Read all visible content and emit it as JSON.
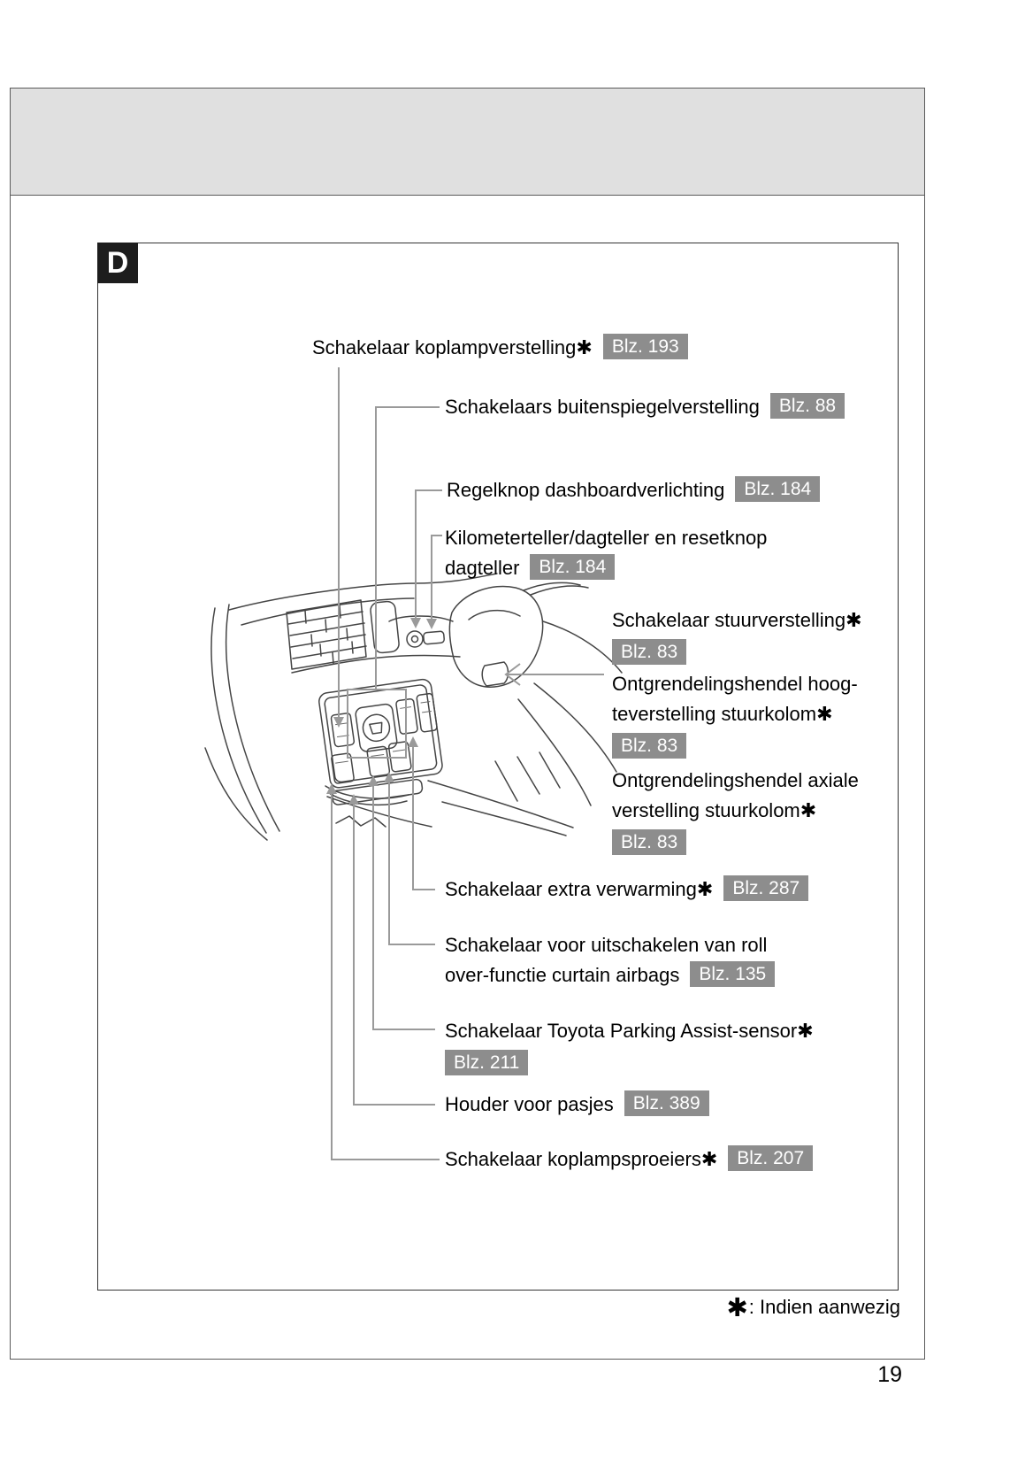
{
  "section_label": "D",
  "callouts": [
    {
      "line1": "Schakelaar koplampverstelling✱",
      "badge": "Blz. 193"
    },
    {
      "line1": "Schakelaars buitenspiegelverstelling",
      "badge": "Blz. 88"
    },
    {
      "line1": "Regelknop dashboardverlichting",
      "badge": "Blz. 184"
    },
    {
      "line1": "Kilometerteller/dagteller en resetknop",
      "line2": "dagteller",
      "badge": "Blz. 184"
    },
    {
      "line1": "Schakelaar stuurverstelling✱",
      "badge": "Blz. 83"
    },
    {
      "line1": "Ontgrendelingshendel hoog-",
      "line2": "teverstelling stuurkolom✱",
      "badge": "Blz. 83"
    },
    {
      "line1": "Ontgrendelingshendel axiale",
      "line2": "verstelling stuurkolom✱",
      "badge": "Blz. 83"
    },
    {
      "line1": "Schakelaar extra verwarming✱",
      "badge": "Blz. 287"
    },
    {
      "line1": "Schakelaar voor uitschakelen van roll",
      "line2": "over-functie curtain airbags",
      "badge": "Blz. 135"
    },
    {
      "line1": "Schakelaar Toyota Parking Assist-sensor✱",
      "badge": "Blz. 211"
    },
    {
      "line1": "Houder voor pasjes",
      "badge": "Blz. 389"
    },
    {
      "line1": "Schakelaar koplampsproeiers✱",
      "badge": "Blz. 207"
    }
  ],
  "footnote": {
    "symbol": "✱",
    "text": ": Indien aanwezig"
  },
  "page": {
    "number": "19"
  },
  "illustration": "dashboard-driver-side-line-drawing",
  "colors": {
    "badge_bg": "#8d8d8d",
    "leader_line": "#9a9a9a",
    "header_bg": "#e0e0e0",
    "section_bg": "#1d1d1d"
  }
}
